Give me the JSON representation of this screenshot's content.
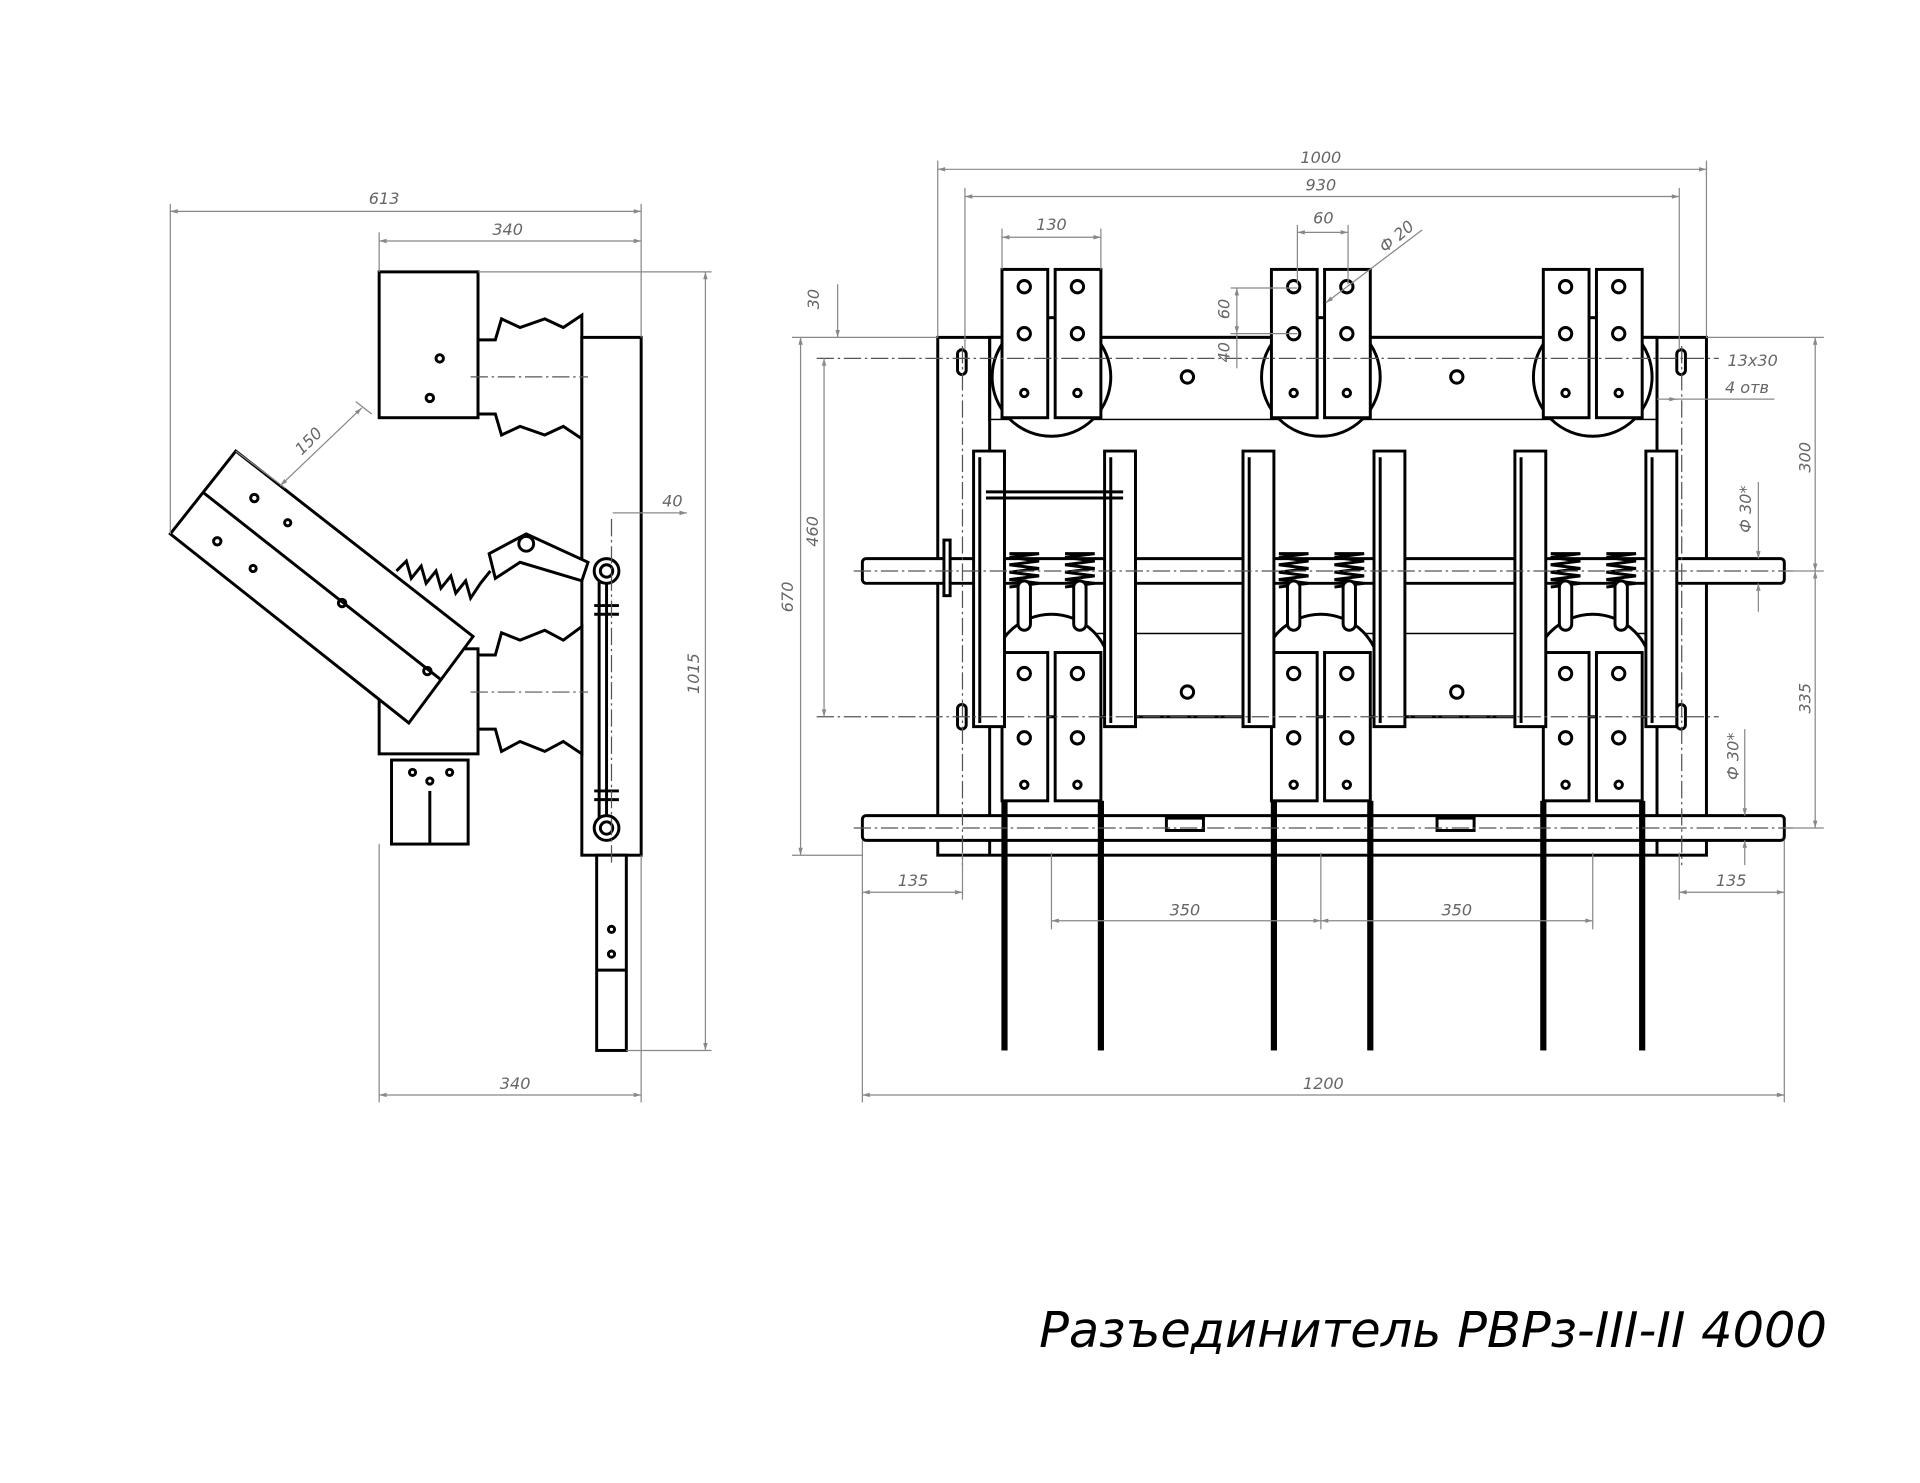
{
  "title": "Разъединитель РВРз-III-II 4000",
  "side_view": {
    "dim_overall_width": "613",
    "dim_top_width": "340",
    "dim_blade": "150",
    "dim_offset": "40",
    "dim_height": "1015",
    "dim_bottom_width": "340"
  },
  "front_view": {
    "dim_frame_width": "1000",
    "dim_hole_spacing": "930",
    "dim_contact_width": "130",
    "dim_hole_pitch_h": "60",
    "dim_hole_diameter": "Ф 20",
    "dim_top_offset": "30",
    "dim_hole_pitch_v": "60",
    "dim_hole_offset": "40",
    "dim_slot_size": "13x30",
    "dim_slot_count": "4 отв",
    "dim_upper_shaft": "300",
    "dim_shaft_diameter_upper": "Ф 30*",
    "dim_hole_vertical": "460",
    "dim_frame_height": "670",
    "dim_lower_shaft": "335",
    "dim_shaft_diameter_lower": "Ф 30*",
    "dim_overhang_left": "135",
    "dim_pole_spacing_1": "350",
    "dim_pole_spacing_2": "350",
    "dim_overhang_right": "135",
    "dim_shaft_length": "1200"
  }
}
